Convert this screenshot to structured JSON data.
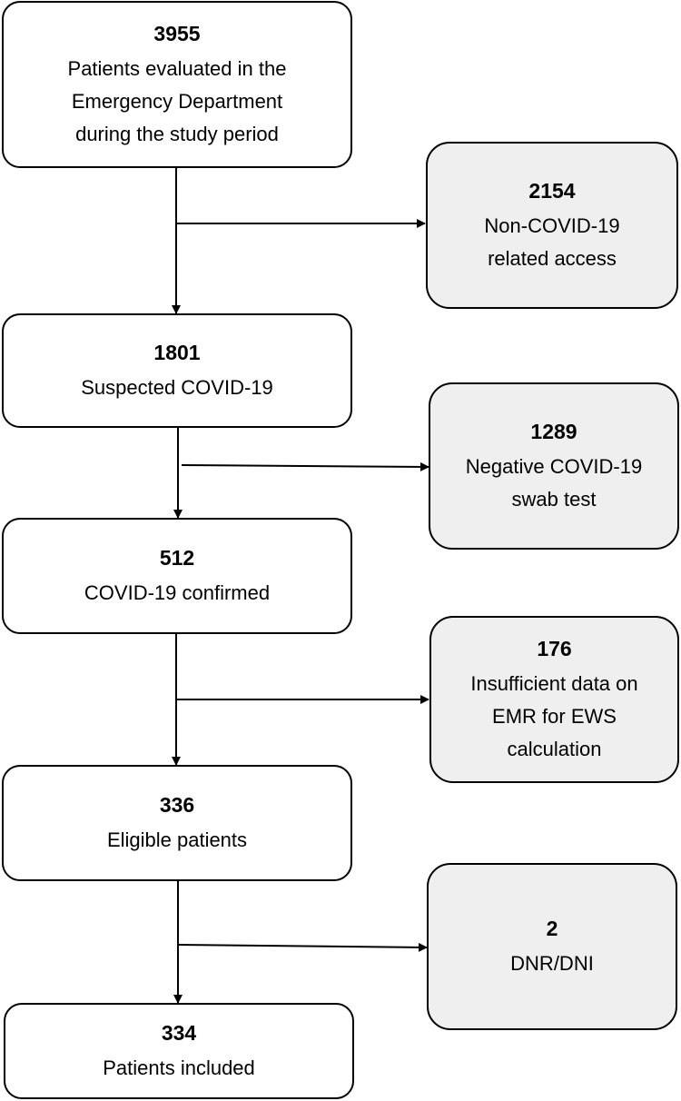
{
  "main_flow": [
    {
      "id": "evaluated",
      "count": "3955",
      "label_lines": [
        "Patients evaluated in the",
        "Emergency Department",
        "during the study period"
      ]
    },
    {
      "id": "suspected",
      "count": "1801",
      "label_lines": [
        "Suspected COVID-19"
      ]
    },
    {
      "id": "confirmed",
      "count": "512",
      "label_lines": [
        "COVID-19 confirmed"
      ]
    },
    {
      "id": "eligible",
      "count": "336",
      "label_lines": [
        "Eligible patients"
      ]
    },
    {
      "id": "included",
      "count": "334",
      "label_lines": [
        "Patients included"
      ]
    }
  ],
  "exclusions": [
    {
      "id": "non-covid",
      "count": "2154",
      "label_lines": [
        "Non-COVID-19",
        "related access"
      ]
    },
    {
      "id": "negative-swab",
      "count": "1289",
      "label_lines": [
        "Negative COVID-19",
        "swab test"
      ]
    },
    {
      "id": "insufficient-data",
      "count": "176",
      "label_lines": [
        "Insufficient data on",
        "EMR for EWS",
        "calculation"
      ]
    },
    {
      "id": "dnr-dni",
      "count": "2",
      "label_lines": [
        "DNR/DNI"
      ]
    }
  ],
  "colors": {
    "main_box_fill": "#ffffff",
    "exclusion_box_fill": "#efefef",
    "stroke": "#000000"
  }
}
